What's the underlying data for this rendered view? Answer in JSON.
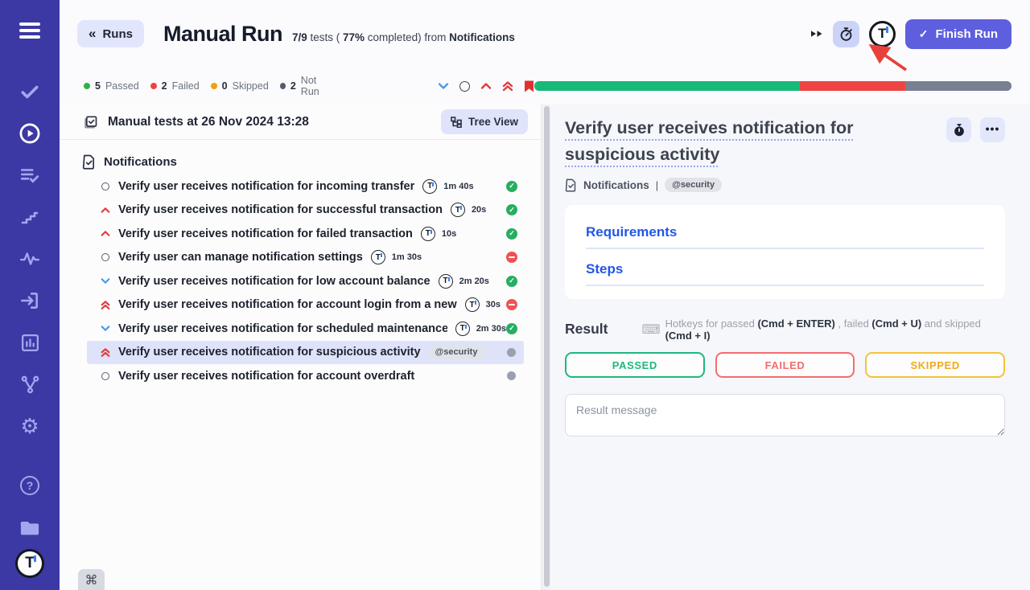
{
  "colors": {
    "accent": "#5d5fde",
    "sidebar": "#3c38a4",
    "passed": "#1db87e",
    "failed": "#ef4444",
    "skipped": "#f2a918",
    "not_run": "#788091"
  },
  "sidebar": {
    "icons": [
      "menu-icon",
      "check-icon",
      "play-circle-icon",
      "list-check-icon",
      "steps-icon",
      "pulse-icon",
      "sign-in-icon",
      "bar-chart-icon",
      "branch-icon",
      "gear-icon",
      "help-icon",
      "folder-icon",
      "logo-icon"
    ]
  },
  "header": {
    "back_label": "Runs",
    "title": "Manual Run",
    "ratio": "7/9",
    "sub1": " tests ( ",
    "pct": "77%",
    "sub2": " completed) from ",
    "source": "Notifications",
    "finish_label": "Finish Run"
  },
  "summary": {
    "passed_count": "5",
    "passed_label": "Passed",
    "failed_count": "2",
    "failed_label": "Failed",
    "skipped_count": "0",
    "skipped_label": "Skipped",
    "notrun_count": "2",
    "notrun_label": "Not Run"
  },
  "progress": {
    "passed_pct": 55.6,
    "failed_pct": 22.2,
    "notrun_pct": 22.2
  },
  "run_panel": {
    "title": "Manual tests at 26 Nov 2024 13:28",
    "tree_view_label": "Tree View",
    "group": "Notifications",
    "cmd_glyph": "⌘",
    "tests": [
      {
        "priority": "circle",
        "title": "Verify user receives notification for incoming transfer",
        "duration": "1m 40s",
        "status": "passed"
      },
      {
        "priority": "up",
        "title": "Verify user receives notification for successful transaction",
        "duration": "20s",
        "status": "passed"
      },
      {
        "priority": "up",
        "title": "Verify user receives notification for failed transaction",
        "duration": "10s",
        "status": "passed"
      },
      {
        "priority": "circle",
        "title": "Verify user can manage notification settings",
        "duration": "1m 30s",
        "status": "failed"
      },
      {
        "priority": "down",
        "title": "Verify user receives notification for low account balance",
        "duration": "2m 20s",
        "status": "passed"
      },
      {
        "priority": "up2",
        "title": "Verify user receives notification for account login from a new",
        "duration": "30s",
        "status": "failed"
      },
      {
        "priority": "down",
        "title": "Verify user receives notification for scheduled maintenance",
        "duration": "2m 30s",
        "status": "passed"
      },
      {
        "priority": "up2",
        "title": "Verify user receives notification for suspicious activity",
        "tag": "@security",
        "status": "notrun",
        "selected": true
      },
      {
        "priority": "circle",
        "title": "Verify user receives notification for account overdraft",
        "status": "notrun"
      }
    ]
  },
  "detail": {
    "title": "Verify user receives notification for suspicious activity",
    "breadcrumb": "Notifications",
    "separator": "|",
    "tag": "@security",
    "sections": [
      {
        "label": "Requirements"
      },
      {
        "label": "Steps"
      }
    ],
    "result_label": "Result",
    "hotkeys": {
      "prefix": "Hotkeys for passed ",
      "k1": "(Cmd + ENTER)",
      "mid1": " , failed ",
      "k2": "(Cmd + U)",
      "mid2": " and skipped ",
      "k3": "(Cmd + I)"
    },
    "verdicts": {
      "passed": "PASSED",
      "failed": "FAILED",
      "skipped": "SKIPPED"
    },
    "message_placeholder": "Result message"
  }
}
